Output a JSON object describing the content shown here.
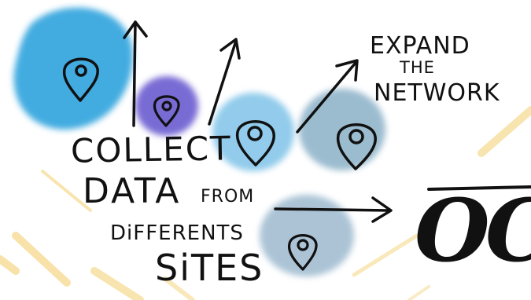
{
  "headline": {
    "collect": "COLLECT",
    "data": "DATA",
    "from": "FROM",
    "differents": "DiFFERENTS",
    "sites": "SiTES"
  },
  "expand": {
    "line1": "EXPAND",
    "line2": "THE",
    "line3": "NETWORK"
  },
  "logo": {
    "text": "OC"
  },
  "colors": {
    "blob_blue": "#3aa8df",
    "blob_purple": "#6f5fd3",
    "blob_light": "#7cc3e8",
    "blob_grey": "#7fa5bd",
    "stroke": "#111111",
    "yellow": "#f6d98d"
  },
  "icons": [
    "map-pin-icon",
    "arrow-up-icon",
    "arrow-right-icon"
  ]
}
